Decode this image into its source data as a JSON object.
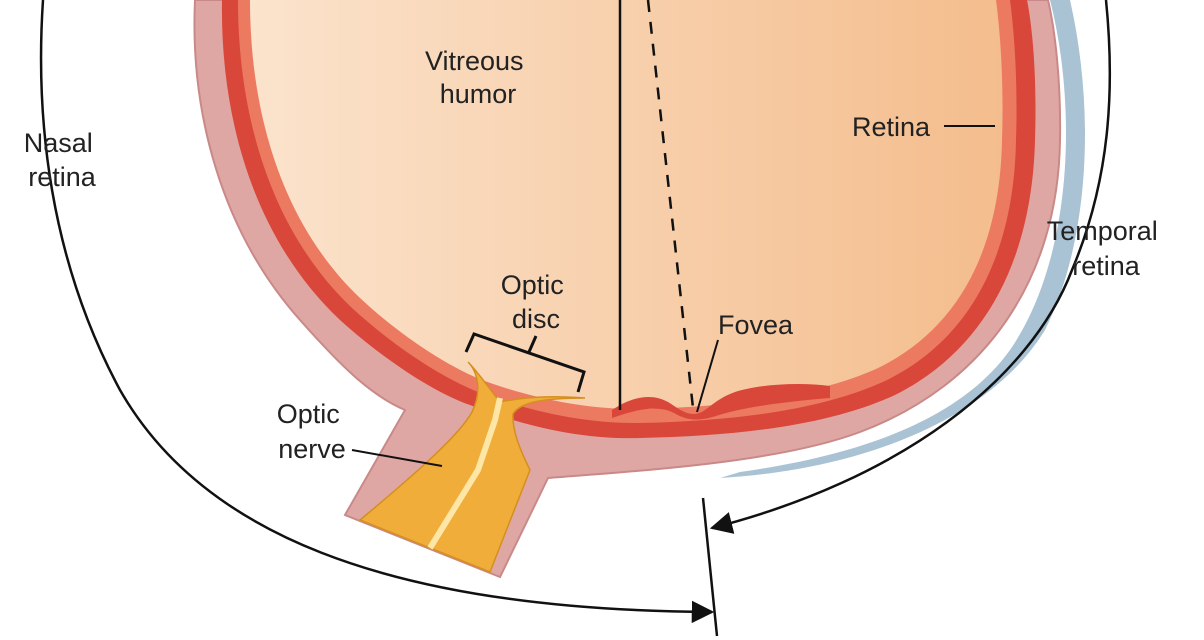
{
  "labels": {
    "vitreous_humor": [
      "Vitreous",
      "humor"
    ],
    "nasal_retina": [
      "Nasal",
      "retina"
    ],
    "retina": "Retina",
    "temporal_retina": [
      "Temporal",
      "retina"
    ],
    "optic_disc": [
      "Optic",
      "disc"
    ],
    "fovea": "Fovea",
    "optic_nerve": [
      "Optic",
      "nerve"
    ]
  },
  "colors": {
    "vitreous_light": "#fbe3cc",
    "vitreous_dark": "#f4bd8d",
    "retina_red": "#d9473a",
    "retina_inner": "#eb7a61",
    "sclera": "#dfa7a3",
    "sclera_edge": "#c98988",
    "nerve_yellow": "#f0ad3a",
    "shadow_blue": "#a9c2d4",
    "line": "#111111"
  }
}
